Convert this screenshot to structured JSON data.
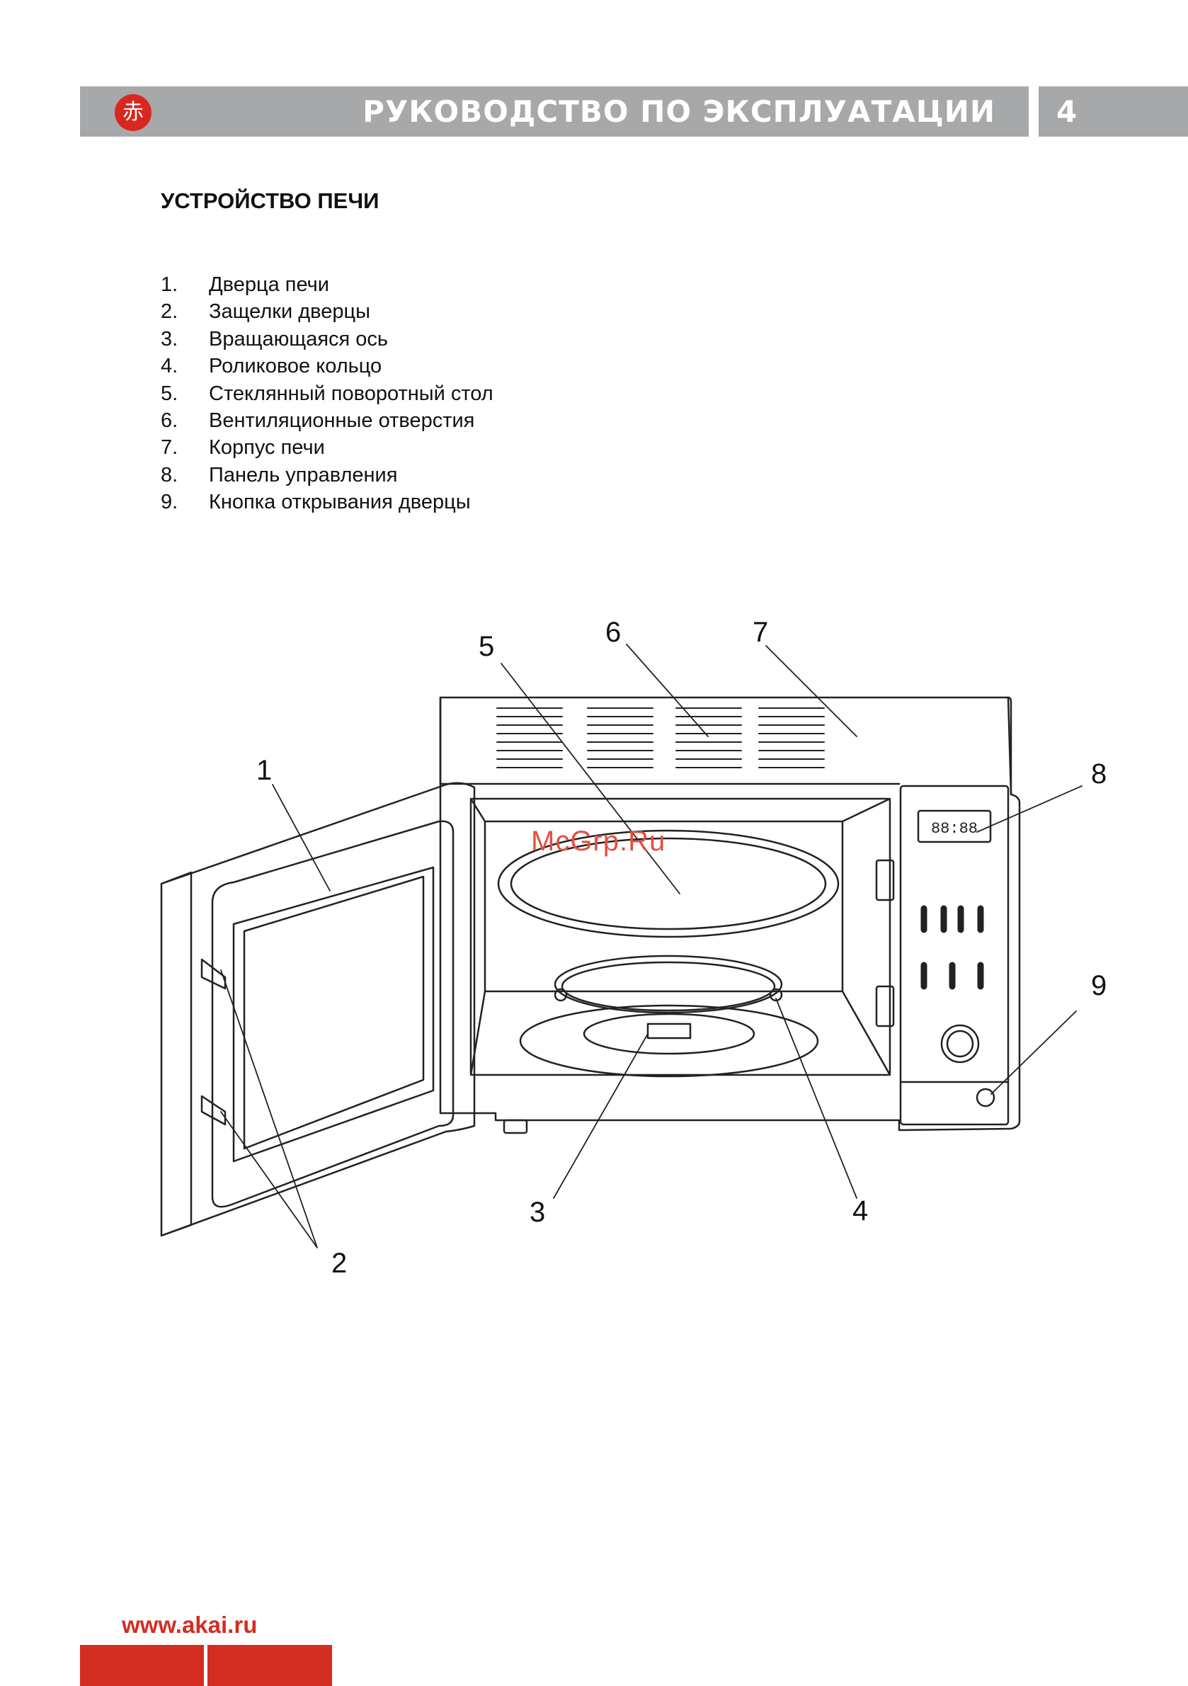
{
  "header": {
    "logo_glyph": "赤",
    "title": "РУКОВОДСТВО ПО ЭКСПЛУАТАЦИИ",
    "page_number": "4",
    "bar_color": "#a7a8aa",
    "logo_color": "#d9271f"
  },
  "section": {
    "title": "УСТРОЙСТВО ПЕЧИ"
  },
  "parts": [
    {
      "num": "1.",
      "label": "Дверца печи"
    },
    {
      "num": "2.",
      "label": "Защелки дверцы"
    },
    {
      "num": "3.",
      "label": "Вращающаяся ось"
    },
    {
      "num": "4.",
      "label": "Роликовое кольцо"
    },
    {
      "num": "5.",
      "label": "Стеклянный поворотный стол"
    },
    {
      "num": "6.",
      "label": "Вентиляционные отверстия"
    },
    {
      "num": "7.",
      "label": "Корпус печи"
    },
    {
      "num": "8.",
      "label": "Панель управления"
    },
    {
      "num": "9.",
      "label": "Кнопка открывания дверцы"
    }
  ],
  "diagram": {
    "callouts": [
      "1",
      "2",
      "3",
      "4",
      "5",
      "6",
      "7",
      "8",
      "9"
    ],
    "display": "88:88",
    "watermark": "McGrp.Ru"
  },
  "footer": {
    "url": "www.akai.ru",
    "accent_color": "#d42d22"
  }
}
